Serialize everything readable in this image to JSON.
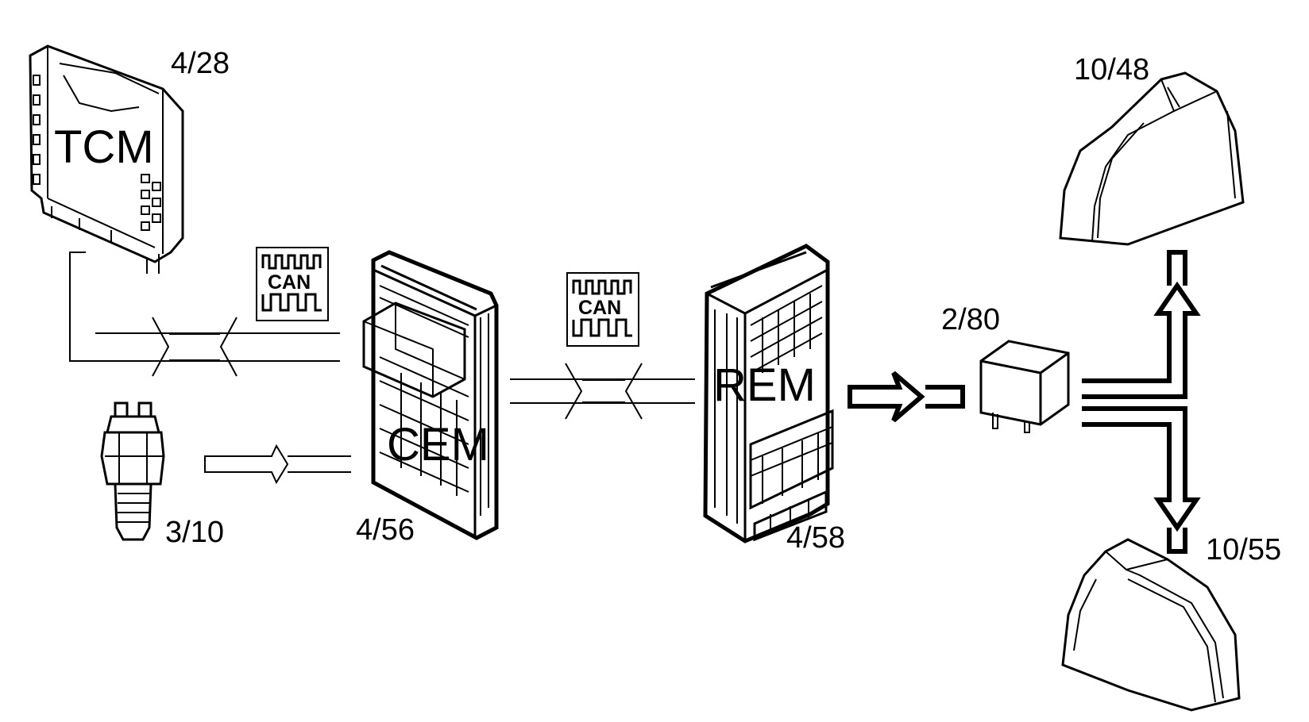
{
  "components": {
    "tcm": {
      "ref": "4/28",
      "label": "TCM"
    },
    "cem": {
      "ref": "4/56",
      "label": "CEM"
    },
    "rem": {
      "ref": "4/58",
      "label": "REM"
    },
    "switch": {
      "ref": "3/10"
    },
    "relay": {
      "ref": "2/80"
    },
    "lamp_top": {
      "ref": "10/48"
    },
    "lamp_bottom": {
      "ref": "10/55"
    }
  },
  "can_badges": [
    {
      "label": "CAN"
    },
    {
      "label": "CAN"
    }
  ],
  "colors": {
    "line": "#000000",
    "background": "#ffffff"
  }
}
